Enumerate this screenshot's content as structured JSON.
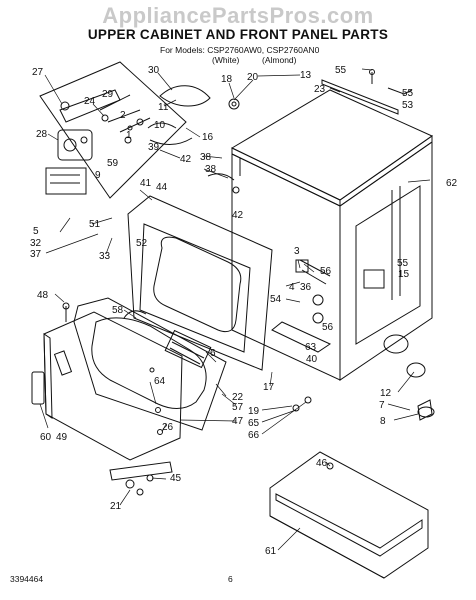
{
  "watermark": "AppliancePartsPros.com",
  "title": "UPPER CABINET AND FRONT PANEL PARTS",
  "models_line": "For Models: CSP2760AW0, CSP2760AN0",
  "color_white": "(White)",
  "color_almond": "(Almond)",
  "doc_number": "3394464",
  "page_number": "6",
  "part_labels": [
    {
      "id": "l27",
      "text": "27"
    },
    {
      "id": "l30",
      "text": "30"
    },
    {
      "id": "l18",
      "text": "18"
    },
    {
      "id": "l20",
      "text": "20"
    },
    {
      "id": "l13",
      "text": "13"
    },
    {
      "id": "l55a",
      "text": "55"
    },
    {
      "id": "l55b",
      "text": "55"
    },
    {
      "id": "l53",
      "text": "53"
    },
    {
      "id": "l23",
      "text": "23"
    },
    {
      "id": "l11",
      "text": "11"
    },
    {
      "id": "l24",
      "text": "24"
    },
    {
      "id": "l29",
      "text": "29"
    },
    {
      "id": "l28",
      "text": "28"
    },
    {
      "id": "l2",
      "text": "2"
    },
    {
      "id": "l10",
      "text": "10"
    },
    {
      "id": "l16",
      "text": "16"
    },
    {
      "id": "l1",
      "text": "1"
    },
    {
      "id": "l39",
      "text": "39"
    },
    {
      "id": "l42a",
      "text": "42"
    },
    {
      "id": "l59",
      "text": "59"
    },
    {
      "id": "l9",
      "text": "9"
    },
    {
      "id": "l38a",
      "text": "38"
    },
    {
      "id": "l38b",
      "text": "38"
    },
    {
      "id": "l62",
      "text": "62"
    },
    {
      "id": "l41",
      "text": "41"
    },
    {
      "id": "l44",
      "text": "44"
    },
    {
      "id": "l42b",
      "text": "42"
    },
    {
      "id": "l5",
      "text": "5"
    },
    {
      "id": "l32",
      "text": "32"
    },
    {
      "id": "l51",
      "text": "51"
    },
    {
      "id": "l37",
      "text": "37"
    },
    {
      "id": "l33",
      "text": "33"
    },
    {
      "id": "l52",
      "text": "52"
    },
    {
      "id": "l3",
      "text": "3"
    },
    {
      "id": "l56a",
      "text": "56"
    },
    {
      "id": "l55c",
      "text": "55"
    },
    {
      "id": "l15",
      "text": "15"
    },
    {
      "id": "l4",
      "text": "4"
    },
    {
      "id": "l36",
      "text": "36"
    },
    {
      "id": "l54",
      "text": "54"
    },
    {
      "id": "l48",
      "text": "48"
    },
    {
      "id": "l58",
      "text": "58"
    },
    {
      "id": "l63",
      "text": "63"
    },
    {
      "id": "l56b",
      "text": "56"
    },
    {
      "id": "l40",
      "text": "40"
    },
    {
      "id": "l6",
      "text": "6"
    },
    {
      "id": "l17",
      "text": "17"
    },
    {
      "id": "l12",
      "text": "12"
    },
    {
      "id": "l7",
      "text": "7"
    },
    {
      "id": "l64",
      "text": "64"
    },
    {
      "id": "l22",
      "text": "22"
    },
    {
      "id": "l57",
      "text": "57"
    },
    {
      "id": "l47",
      "text": "47"
    },
    {
      "id": "l19",
      "text": "19"
    },
    {
      "id": "l65",
      "text": "65"
    },
    {
      "id": "l66",
      "text": "66"
    },
    {
      "id": "l8",
      "text": "8"
    },
    {
      "id": "l60",
      "text": "60"
    },
    {
      "id": "l49",
      "text": "49"
    },
    {
      "id": "l26",
      "text": "26"
    },
    {
      "id": "l46",
      "text": "46"
    },
    {
      "id": "l45",
      "text": "45"
    },
    {
      "id": "l21",
      "text": "21"
    },
    {
      "id": "l61",
      "text": "61"
    }
  ]
}
